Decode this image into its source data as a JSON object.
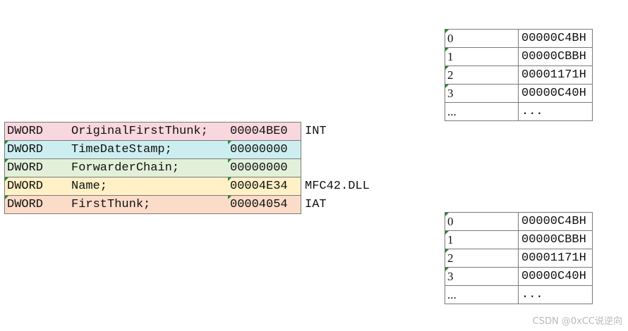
{
  "struct": {
    "rows": [
      {
        "type": "DWORD",
        "field": "OriginalFirstThunk;",
        "value": "00004BE0",
        "note": "INT",
        "bg": "#f8d7de"
      },
      {
        "type": "DWORD",
        "field": "TimeDateStamp;",
        "value": "00000000",
        "note": "",
        "bg": "#cdeef0"
      },
      {
        "type": "DWORD",
        "field": "ForwarderChain;",
        "value": "00000000",
        "note": "",
        "bg": "#e2f0d9"
      },
      {
        "type": "DWORD",
        "field": "Name;",
        "value": "00004E34",
        "note": "MFC42.DLL",
        "bg": "#fff0c6"
      },
      {
        "type": "DWORD",
        "field": "FirstThunk;",
        "value": "00004054",
        "note": "IAT",
        "bg": "#fbdcc8"
      }
    ]
  },
  "int_table": {
    "rows": [
      {
        "index": "0",
        "value": "00000C4BH"
      },
      {
        "index": "1",
        "value": "00000CBBH"
      },
      {
        "index": "2",
        "value": "00001171H"
      },
      {
        "index": "3",
        "value": "00000C40H"
      },
      {
        "index": "...",
        "value": "..."
      }
    ]
  },
  "iat_table": {
    "rows": [
      {
        "index": "0",
        "value": "00000C4BH"
      },
      {
        "index": "1",
        "value": "00000CBBH"
      },
      {
        "index": "2",
        "value": "00001171H"
      },
      {
        "index": "3",
        "value": "00000C40H"
      },
      {
        "index": "...",
        "value": "..."
      }
    ]
  },
  "watermark": "CSDN @0xCC说逆向"
}
